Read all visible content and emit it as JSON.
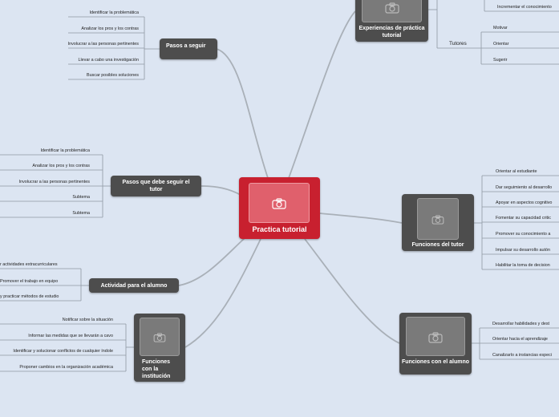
{
  "center": {
    "label": "Practica tutorial",
    "icon": "camera-icon"
  },
  "branches": {
    "pasos_seguir": {
      "label": "Pasos a seguir",
      "items": [
        "Identificar la problemática",
        "Analizar los pros y los contras",
        "Involucrar a las personas pertinentes",
        "Llevar a cabo una investigación",
        "Buscar posibles soluciones"
      ]
    },
    "pasos_tutor": {
      "label": "Pasos que debe seguir el tutor",
      "items": [
        "Identificar la problemática",
        "Analizar los pros y los contras",
        "Involucrar a las personas pertinentes",
        "Subtema",
        "Subtema"
      ]
    },
    "actividad": {
      "label": "Actividad para el alumno",
      "items": [
        "r actividades extracurriculares",
        "Promover el trabajo en equipo",
        "y practicar métodos de estudio"
      ]
    },
    "funciones_institucion": {
      "label": "Funciones con la institución",
      "icon": "camera-icon",
      "items": [
        "Notificar sobre la situación",
        "Informar las medidas que se llevarán a cavo",
        "Identificar y solucionar conflictos de cualquier índole",
        "Proponer cambios en la organización académica"
      ]
    },
    "experiencias": {
      "label": "Experiencias de práctica tutorial",
      "icon": "camera-icon",
      "items": [
        "Incrementar el conocimiento"
      ],
      "tutores": {
        "label": "Tutores",
        "items": [
          "Motivar",
          "Orientar",
          "Sugerir"
        ]
      }
    },
    "funciones_tutor": {
      "label": "Funciones del tutor",
      "icon": "camera-icon",
      "items": [
        "Orientar al estudiante",
        "Dar seguimiento al desarrollo",
        "Apoyar en aspectos cognitivo",
        "Fomentar su capacidad critic",
        "Promover su conocimiento a",
        "Impulsar su desarrollo autón",
        "Habilitar la toma de decision"
      ]
    },
    "funciones_alumno": {
      "label": "Funciones con el alumno",
      "icon": "camera-icon",
      "items": [
        "Desarrollar habilidades y dest",
        "Orientar hacia el aprendizaje",
        "Canalizarlo a instancias especi"
      ]
    }
  }
}
